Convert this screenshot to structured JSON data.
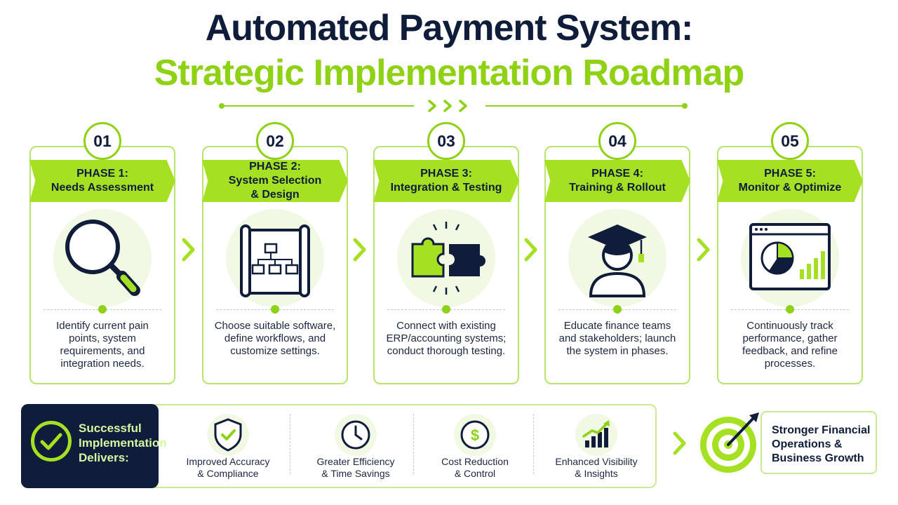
{
  "title": {
    "line1": "Automated Payment System:",
    "line2": "Strategic Implementation Roadmap"
  },
  "colors": {
    "accent": "#a6e022",
    "accent_dark": "#8fd114",
    "navy": "#0f1d3a",
    "light_green_bg": "#f1f8e3"
  },
  "phases": [
    {
      "num": "01",
      "title_l1": "PHASE 1:",
      "title_l2": "Needs Assessment",
      "title_l3": "",
      "icon": "magnifier-icon",
      "desc": "Identify current pain points, system requirements, and integration needs."
    },
    {
      "num": "02",
      "title_l1": "PHASE 2:",
      "title_l2": "System Selection",
      "title_l3": "& Design",
      "icon": "blueprint-icon",
      "desc": "Choose suitable software, define workflows, and customize settings."
    },
    {
      "num": "03",
      "title_l1": "PHASE 3:",
      "title_l2": "Integration & Testing",
      "title_l3": "",
      "icon": "puzzle-icon",
      "desc": "Connect with existing ERP/accounting systems; conduct thorough testing."
    },
    {
      "num": "04",
      "title_l1": "PHASE 4:",
      "title_l2": "Training & Rollout",
      "title_l3": "",
      "icon": "graduate-icon",
      "desc": "Educate finance teams and stakeholders; launch the system in phases."
    },
    {
      "num": "05",
      "title_l1": "PHASE 5:",
      "title_l2": "Monitor & Optimize",
      "title_l3": "",
      "icon": "dashboard-icon",
      "desc": "Continuously track performance, gather feedback, and refine processes."
    }
  ],
  "delivers": {
    "line1": "Successful",
    "line2": "Implementation",
    "line3": "Delivers:"
  },
  "benefits": [
    {
      "icon": "shield-check-icon",
      "line1": "Improved Accuracy",
      "line2": "& Compliance"
    },
    {
      "icon": "clock-icon",
      "line1": "Greater Efficiency",
      "line2": "& Time Savings"
    },
    {
      "icon": "dollar-icon",
      "line1": "Cost Reduction",
      "line2": "& Control"
    },
    {
      "icon": "growth-chart-icon",
      "line1": "Enhanced Visibility",
      "line2": "& Insights"
    }
  ],
  "outcome": {
    "icon": "target-icon",
    "line1": "Stronger Financial",
    "line2": "Operations &",
    "line3": "Business Growth"
  }
}
